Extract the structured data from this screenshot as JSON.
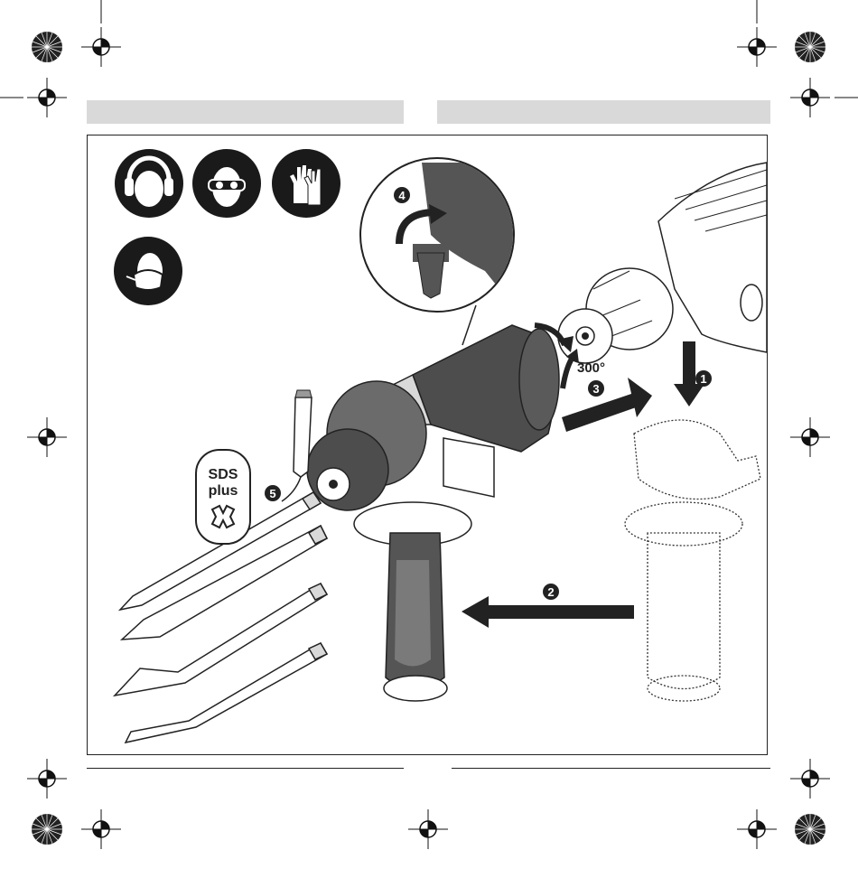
{
  "sds_badge": {
    "line1": "SDS",
    "line2": "plus"
  },
  "rotation_label": "300°",
  "steps": [
    "1",
    "2",
    "3",
    "4",
    "5"
  ],
  "safety_icons": [
    "ear-protection-icon",
    "eye-protection-icon",
    "gloves-icon",
    "dust-mask-icon"
  ],
  "colors": {
    "ink": "#1a1a1a",
    "gray_dark": "#4d4d4d",
    "gray_mid": "#6b6b6b",
    "gray_light": "#d9d9d9"
  }
}
